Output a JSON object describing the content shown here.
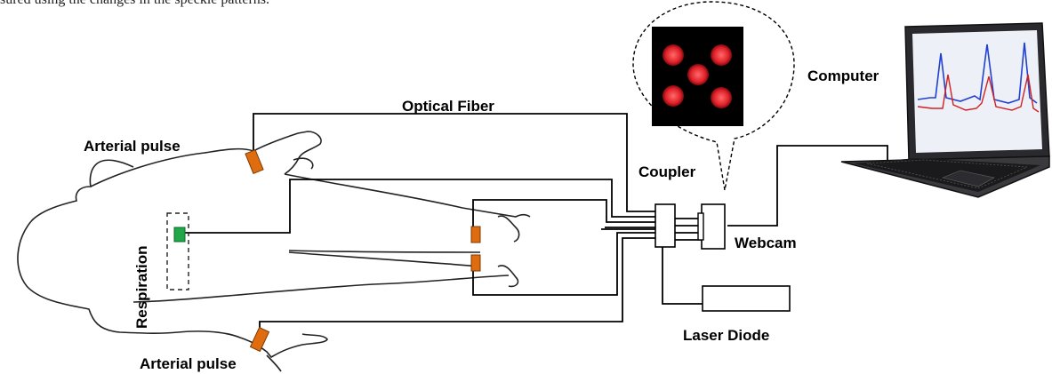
{
  "caption_fragment": "sured using the changes in the speckle patterns.",
  "labels": {
    "optical_fiber": "Optical Fiber",
    "arterial_pulse_top": "Arterial pulse",
    "arterial_pulse_bottom": "Arterial pulse",
    "respiration": "Respiration",
    "coupler": "Coupler",
    "webcam": "Webcam",
    "laser_diode": "Laser Diode",
    "computer": "Computer"
  },
  "colors": {
    "pulse_sensor": "#e06c10",
    "respiration_sensor": "#20a848",
    "speckle": "#e0202a",
    "trace_blue": "#2040d0",
    "trace_red": "#d02020"
  }
}
